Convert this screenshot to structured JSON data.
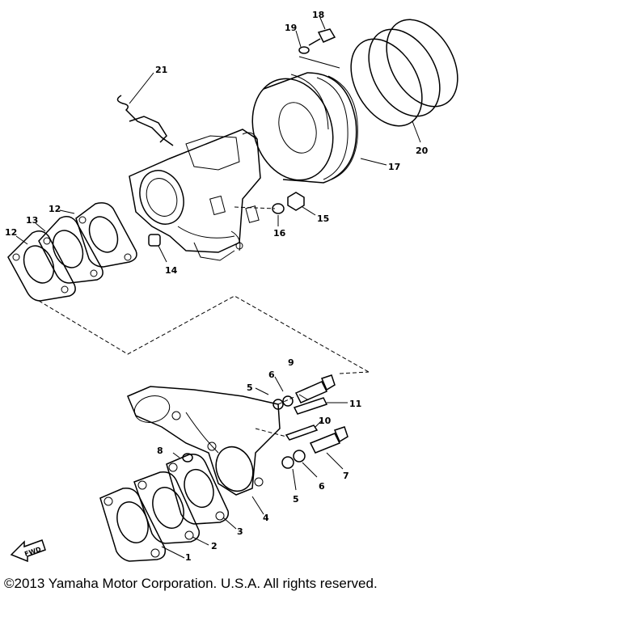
{
  "labels": {
    "p1": "1",
    "p2": "2",
    "p3": "3",
    "p4": "4",
    "p5a": "5",
    "p5b": "5",
    "p6a": "6",
    "p6b": "6",
    "p7": "7",
    "p8": "8",
    "p9": "9",
    "p10": "10",
    "p11": "11",
    "p12a": "12",
    "p12b": "12",
    "p13": "13",
    "p14": "14",
    "p15": "15",
    "p16": "16",
    "p17": "17",
    "p18": "18",
    "p19": "19",
    "p20": "20",
    "p21": "21"
  },
  "fwd_badge": "FWD",
  "copyright": "©2013 Yamaha Motor Corporation. U.S.A. All rights reserved."
}
